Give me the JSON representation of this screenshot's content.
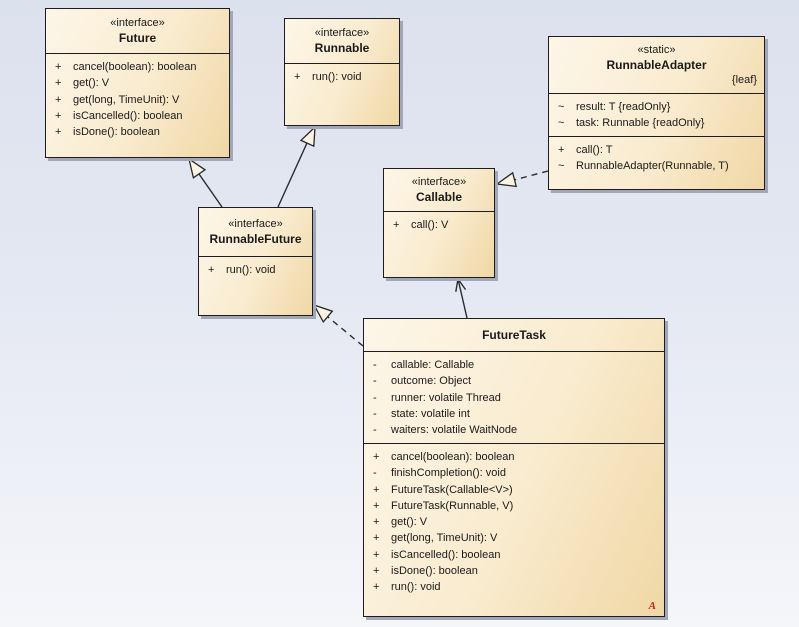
{
  "diagram": {
    "type": "uml-class-diagram",
    "background_top": "#dce1ee",
    "background_bottom": "#f5f6fa",
    "box_fill_light": "#fdf6e8",
    "box_fill_dark": "#f0d7a5",
    "border_color": "#1c1c22",
    "shadow_color": "#a2a7b8",
    "text_color": "#1a1a1a",
    "marker_color": "#cc2020"
  },
  "classes": [
    {
      "id": "future",
      "stereotype": "«interface»",
      "name": "Future",
      "tag": "",
      "marker": "",
      "attributes": [],
      "operations": [
        {
          "vis": "+",
          "sig": "cancel(boolean): boolean"
        },
        {
          "vis": "+",
          "sig": "get(): V"
        },
        {
          "vis": "+",
          "sig": "get(long, TimeUnit): V"
        },
        {
          "vis": "+",
          "sig": "isCancelled(): boolean"
        },
        {
          "vis": "+",
          "sig": "isDone(): boolean"
        }
      ]
    },
    {
      "id": "runnable",
      "stereotype": "«interface»",
      "name": "Runnable",
      "tag": "",
      "marker": "",
      "attributes": [],
      "operations": [
        {
          "vis": "+",
          "sig": "run(): void"
        }
      ]
    },
    {
      "id": "runnableadapter",
      "stereotype": "«static»",
      "name": "RunnableAdapter",
      "tag": "{leaf}",
      "marker": "",
      "attributes": [
        {
          "vis": "~",
          "sig": "result: T {readOnly}"
        },
        {
          "vis": "~",
          "sig": "task: Runnable {readOnly}"
        }
      ],
      "operations": [
        {
          "vis": "+",
          "sig": "call(): T"
        },
        {
          "vis": "~",
          "sig": "RunnableAdapter(Runnable, T)"
        }
      ]
    },
    {
      "id": "callable",
      "stereotype": "«interface»",
      "name": "Callable",
      "tag": "",
      "marker": "",
      "attributes": [],
      "operations": [
        {
          "vis": "+",
          "sig": "call(): V"
        }
      ]
    },
    {
      "id": "runnablefuture",
      "stereotype": "«interface»",
      "name": "RunnableFuture",
      "tag": "",
      "marker": "",
      "attributes": [],
      "operations": [
        {
          "vis": "+",
          "sig": "run(): void"
        }
      ]
    },
    {
      "id": "futuretask",
      "stereotype": "",
      "name": "FutureTask",
      "tag": "",
      "marker": "A",
      "attributes": [
        {
          "vis": "-",
          "sig": "callable: Callable"
        },
        {
          "vis": "-",
          "sig": "outcome: Object"
        },
        {
          "vis": "-",
          "sig": "runner: volatile Thread"
        },
        {
          "vis": "-",
          "sig": "state: volatile int"
        },
        {
          "vis": "-",
          "sig": "waiters: volatile WaitNode"
        }
      ],
      "operations": [
        {
          "vis": "+",
          "sig": "cancel(boolean): boolean"
        },
        {
          "vis": "-",
          "sig": "finishCompletion(): void"
        },
        {
          "vis": "+",
          "sig": "FutureTask(Callable<V>)"
        },
        {
          "vis": "+",
          "sig": "FutureTask(Runnable, V)"
        },
        {
          "vis": "+",
          "sig": "get(): V"
        },
        {
          "vis": "+",
          "sig": "get(long, TimeUnit): V"
        },
        {
          "vis": "+",
          "sig": "isCancelled(): boolean"
        },
        {
          "vis": "+",
          "sig": "isDone(): boolean"
        },
        {
          "vis": "+",
          "sig": "run(): void"
        }
      ]
    }
  ],
  "relationships": [
    {
      "type": "generalization",
      "from": "RunnableFuture",
      "to": "Future"
    },
    {
      "type": "generalization",
      "from": "RunnableFuture",
      "to": "Runnable"
    },
    {
      "type": "realization",
      "from": "FutureTask",
      "to": "RunnableFuture"
    },
    {
      "type": "association",
      "from": "FutureTask",
      "to": "Callable"
    },
    {
      "type": "realization",
      "from": "RunnableAdapter",
      "to": "Callable"
    }
  ]
}
